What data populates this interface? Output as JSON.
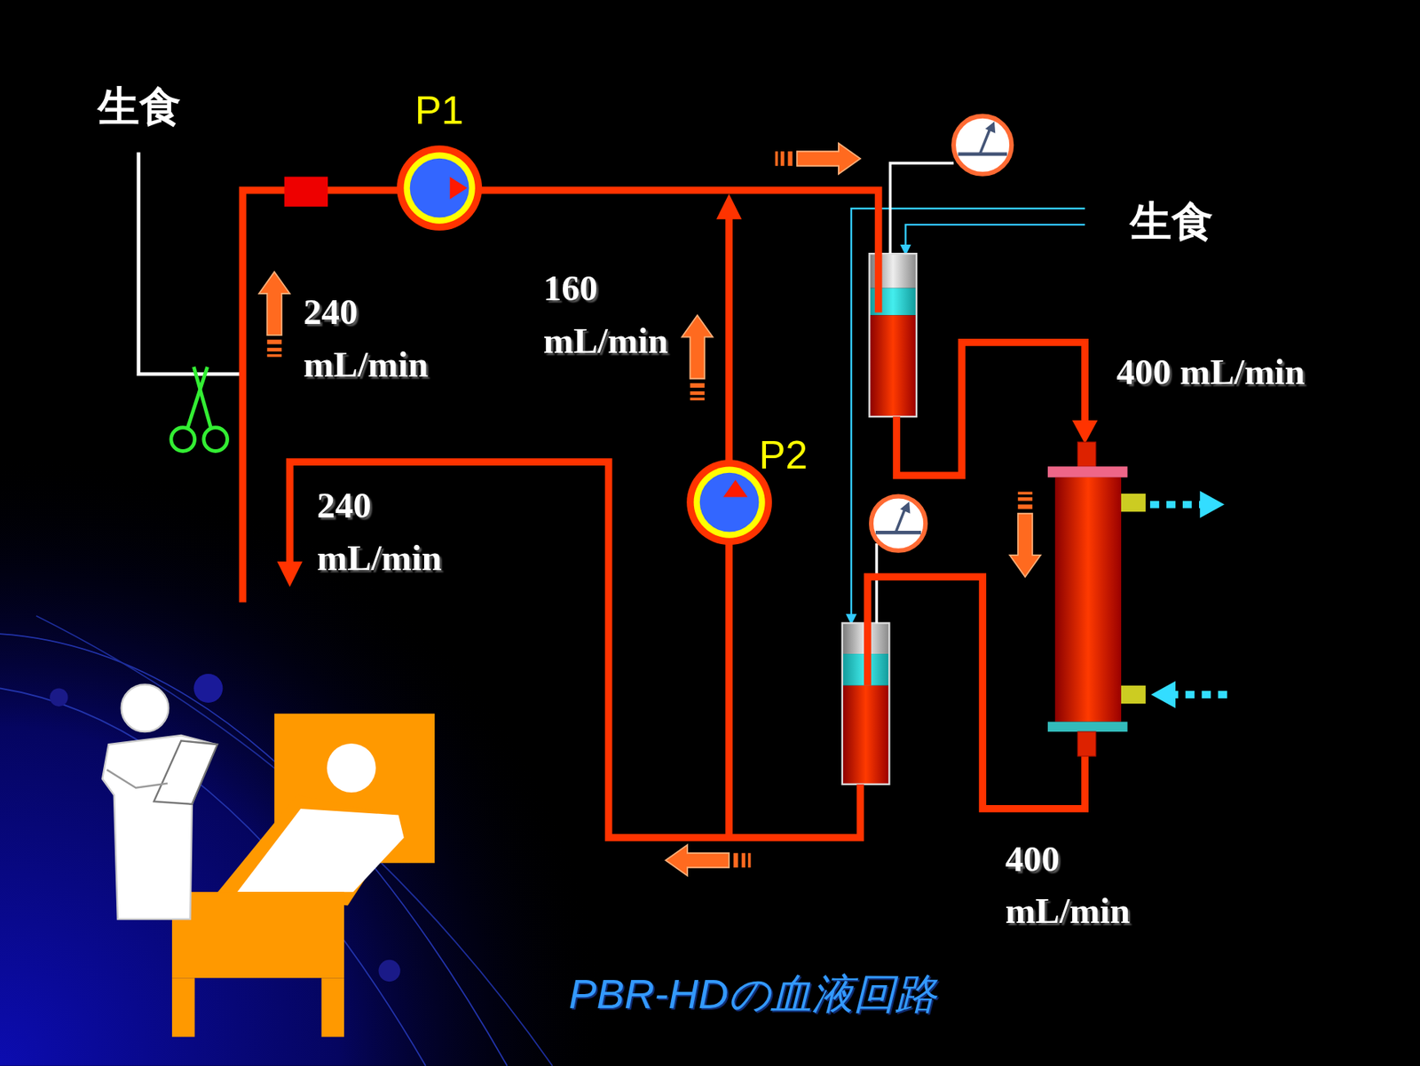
{
  "diagram": {
    "caption": "PBR-HDの血液回路",
    "nodes": [
      {
        "text": [
          "P1"
        ]
      },
      {
        "text": [
          "P2"
        ]
      }
    ],
    "labels": [
      "生食",
      "生食",
      "240 mL/min",
      "160 mL/min",
      "400 mL/min",
      "240 mL/min",
      "400 mL/min"
    ]
  }
}
